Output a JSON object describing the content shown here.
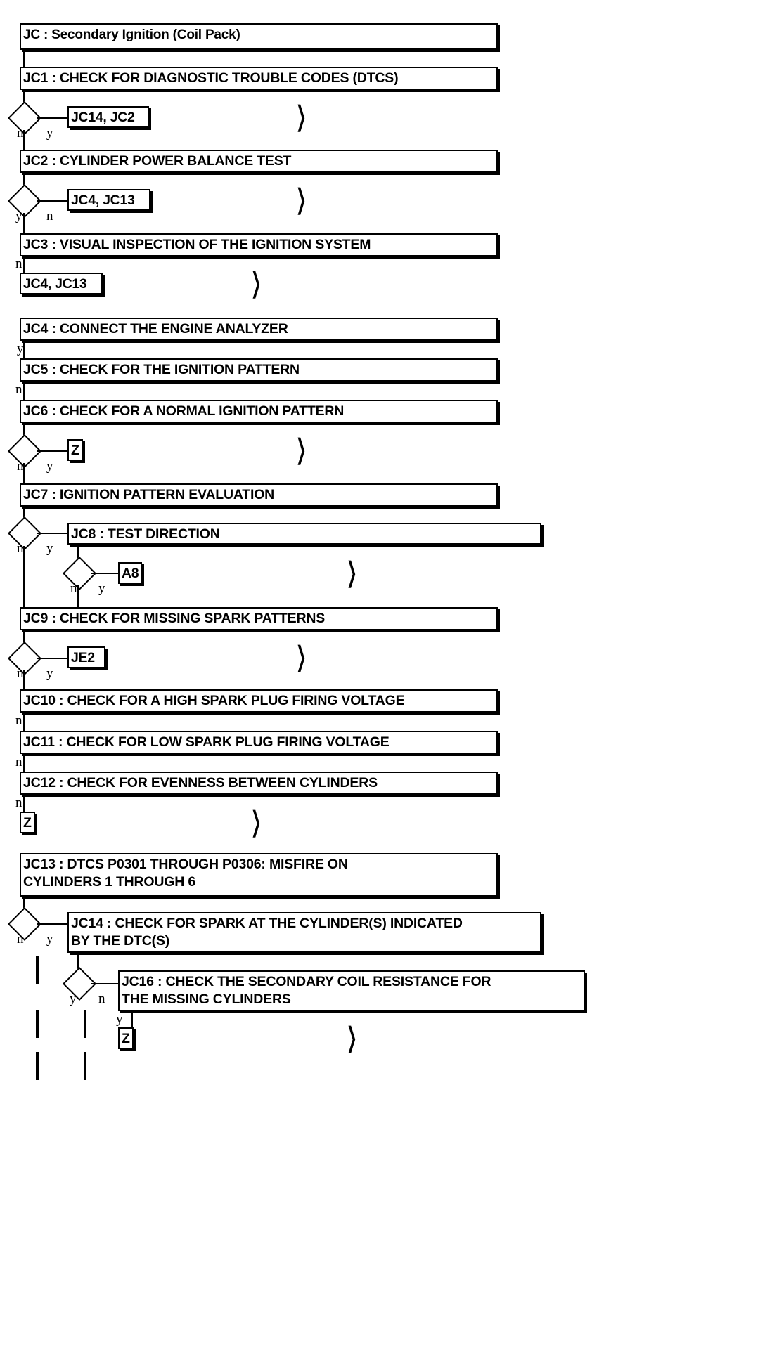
{
  "diagram": {
    "type": "flowchart",
    "title": "JC : Secondary Ignition (Coil Pack)",
    "symbols": {
      "process": "rectangle-step-box",
      "decision": "diamond",
      "connector": "terminal-box",
      "branch_yes": "y",
      "branch_no": "n",
      "offpage": "chevron-icon"
    },
    "steps": [
      {
        "id": "title",
        "label": "JC : Secondary Ignition (Coil Pack)"
      },
      {
        "id": "JC1",
        "label": "JC1 : CHECK FOR DIAGNOSTIC TROUBLE CODES (DTCS)"
      },
      {
        "id": "JC2",
        "label": "JC2 : CYLINDER POWER BALANCE TEST"
      },
      {
        "id": "JC3",
        "label": "JC3 : VISUAL INSPECTION OF THE IGNITION SYSTEM"
      },
      {
        "id": "JC4",
        "label": "JC4 : CONNECT THE ENGINE ANALYZER"
      },
      {
        "id": "JC5",
        "label": "JC5 : CHECK FOR THE IGNITION PATTERN"
      },
      {
        "id": "JC6",
        "label": "JC6 : CHECK FOR A NORMAL IGNITION PATTERN"
      },
      {
        "id": "JC7",
        "label": "JC7 : IGNITION PATTERN EVALUATION"
      },
      {
        "id": "JC8",
        "label": "JC8 : TEST DIRECTION"
      },
      {
        "id": "JC9",
        "label": "JC9 : CHECK FOR MISSING SPARK PATTERNS"
      },
      {
        "id": "JC10",
        "label": "JC10 : CHECK FOR A HIGH SPARK PLUG FIRING VOLTAGE"
      },
      {
        "id": "JC11",
        "label": "JC11 : CHECK FOR LOW SPARK PLUG FIRING VOLTAGE"
      },
      {
        "id": "JC12",
        "label": "JC12 : CHECK FOR EVENNESS BETWEEN CYLINDERS"
      },
      {
        "id": "JC13",
        "label": "JC13 : DTCS P0301 THROUGH P0306: MISFIRE ON\nCYLINDERS 1 THROUGH 6"
      },
      {
        "id": "JC14",
        "label": "JC14 : CHECK FOR SPARK AT THE CYLINDER(S) INDICATED\nBY THE DTC(S)"
      },
      {
        "id": "JC16",
        "label": "JC16 : CHECK THE SECONDARY COIL RESISTANCE FOR\nTHE MISSING CYLINDERS"
      }
    ],
    "connectors": [
      {
        "id": "c1",
        "label": "JC14, JC2",
        "from": "JC1",
        "branch": "y"
      },
      {
        "id": "c2",
        "label": "JC4, JC13",
        "from": "JC2",
        "branch": "n"
      },
      {
        "id": "c3",
        "label": "JC4, JC13",
        "from": "JC3",
        "branch": "n"
      },
      {
        "id": "c4",
        "label": "Z",
        "from": "JC6",
        "branch": "y"
      },
      {
        "id": "c5",
        "label": "A8",
        "from": "JC8",
        "branch": "y"
      },
      {
        "id": "c6",
        "label": "JE2",
        "from": "JC9",
        "branch": "y"
      },
      {
        "id": "c7",
        "label": "Z",
        "from": "JC12",
        "branch": "n"
      },
      {
        "id": "c8",
        "label": "Z",
        "from": "JC16",
        "branch": "y"
      }
    ],
    "decisions": [
      {
        "id": "d1",
        "after": "JC1",
        "left": "n",
        "right": "y"
      },
      {
        "id": "d2",
        "after": "JC2",
        "left": "y",
        "right": "n"
      },
      {
        "id": "d3",
        "after": "JC7",
        "left": "n",
        "right": "y"
      },
      {
        "id": "d4",
        "after": "JC6",
        "left": "n",
        "right": "y"
      },
      {
        "id": "d5",
        "after": "JC8",
        "left": "n",
        "right": "y"
      },
      {
        "id": "d6",
        "after": "JC9",
        "left": "n",
        "right": "y"
      },
      {
        "id": "d7",
        "after": "JC13",
        "left": "n",
        "right": "y"
      },
      {
        "id": "d8",
        "after": "JC14",
        "left": "y",
        "right": "n"
      }
    ],
    "inline_branch_labels": [
      {
        "id": "b_jc3",
        "text": "n",
        "after": "JC3"
      },
      {
        "id": "b_jc4",
        "text": "y",
        "after": "JC4"
      },
      {
        "id": "b_jc5",
        "text": "n",
        "after": "JC5"
      },
      {
        "id": "b_jc10",
        "text": "n",
        "after": "JC10"
      },
      {
        "id": "b_jc11",
        "text": "n",
        "after": "JC11"
      },
      {
        "id": "b_jc12",
        "text": "n",
        "after": "JC12"
      },
      {
        "id": "b_jc16",
        "text": "y",
        "after": "JC16"
      }
    ],
    "chevron_glyph": "〉"
  }
}
